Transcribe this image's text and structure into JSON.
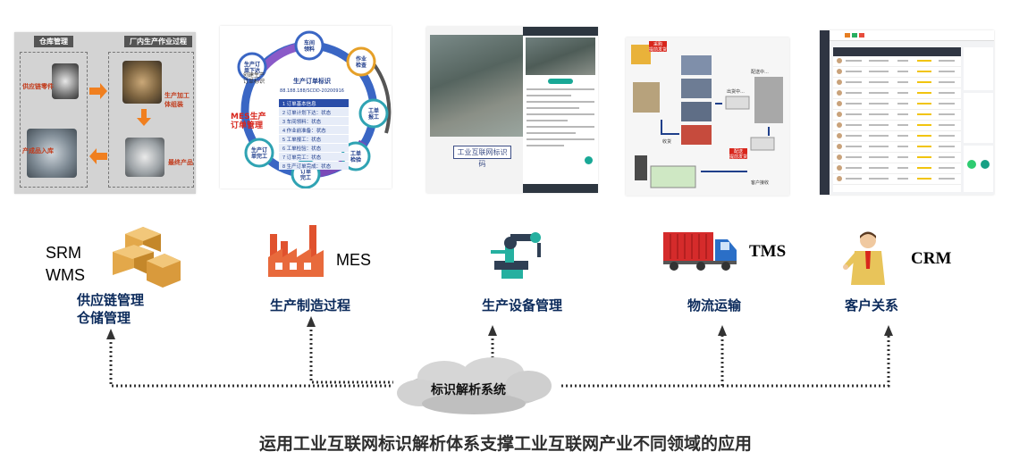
{
  "panels": {
    "warehouse": {
      "left_title": "仓库管理",
      "right_title": "厂内生产作业过程",
      "labels": [
        "供应链零件",
        "生产加工体组装",
        "产成品入库",
        "最终产品"
      ]
    },
    "mes": {
      "nodes": [
        "车间\n领料",
        "作业\n检查",
        "工单\n报工",
        "工单\n检验",
        "订单\n完工",
        "生产订\n单完工",
        "生产订\n单下达"
      ],
      "center_title": "生产订单标识",
      "center_code": "88.188.188/SCDD-20200916",
      "side_note": "创建生产\n订单标识",
      "list": [
        "订单基本信息",
        "订单计划下达：状态",
        "车间领料：状态",
        "作业前准备：状态",
        "工单报工：状态",
        "工单检验：状态",
        "订单完工：状态",
        "生产订单完成：状态"
      ],
      "mes_label": "MES生产\n订单管理"
    },
    "phone": {
      "caption": "工业互联网标识码"
    },
    "logistics": {
      "labels": [
        "采购\n提前发货",
        "收货",
        "出货中…",
        "配送中…",
        "配送\n提前发货",
        "客户接收"
      ]
    },
    "crm": {
      "rows": 12
    }
  },
  "systems": [
    {
      "abbr": [
        "SRM",
        "WMS"
      ],
      "name": [
        "供应链管理",
        "仓储管理"
      ],
      "icon": "boxes-icon"
    },
    {
      "abbr": [
        "MES"
      ],
      "name": [
        "生产制造过程"
      ],
      "icon": "factory-icon"
    },
    {
      "abbr": [],
      "name": [
        "生产设备管理"
      ],
      "icon": "robot-arm-icon"
    },
    {
      "abbr": [
        "TMS"
      ],
      "name": [
        "物流运输"
      ],
      "icon": "truck-icon"
    },
    {
      "abbr": [
        "CRM"
      ],
      "name": [
        "客户关系"
      ],
      "icon": "businessman-icon"
    }
  ],
  "hub": {
    "label": "标识解析系统"
  },
  "footer": "运用工业互联网标识解析体系支撑工业互联网产业不同领域的应用",
  "colors": {
    "label_navy": "#0b2a5b",
    "dots": "#333333",
    "cloud": "#d8d8d8"
  }
}
